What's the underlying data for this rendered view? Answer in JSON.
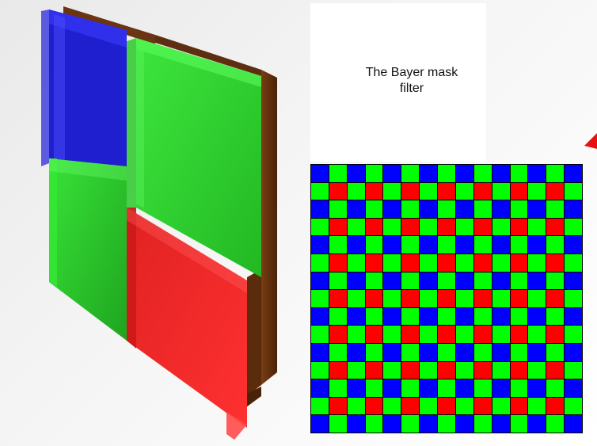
{
  "title_lines": [
    "The Bayer mask",
    "filter"
  ],
  "colors": {
    "red": "#ff0000",
    "green": "#00ff00",
    "blue": "#0000ff",
    "sensor_brown": "#6a3410",
    "arrow_red": "#e81010"
  },
  "bayer_mask": {
    "rows": 15,
    "cols": 15,
    "row_patterns": [
      [
        "blue",
        "green"
      ],
      [
        "green",
        "red"
      ]
    ]
  }
}
